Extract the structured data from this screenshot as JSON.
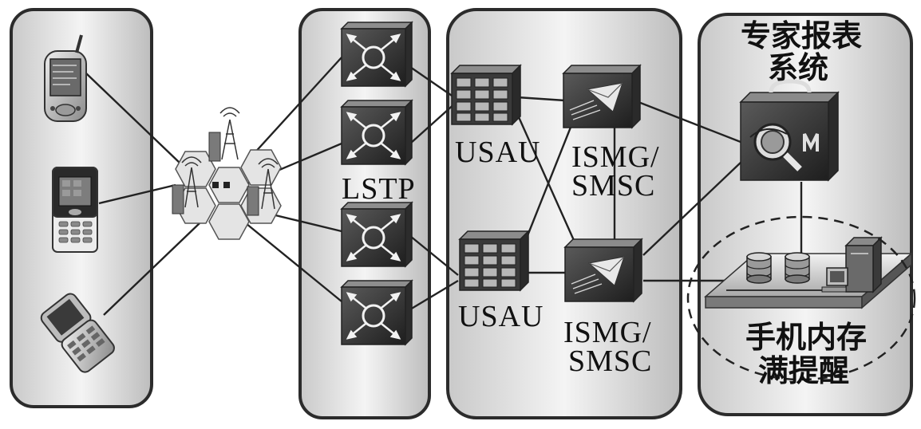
{
  "labels": {
    "lstp": "LSTP",
    "usau_top": "USAU",
    "usau_bottom": "USAU",
    "ismg_top_line1": "ISMG/",
    "ismg_top_line2": "SMSC",
    "ismg_bottom_line1": "ISMG/",
    "ismg_bottom_line2": "SMSC",
    "expert_line1": "专家报表",
    "expert_line2": "系统",
    "alert_line1": "手机内存",
    "alert_line2": "满提醒"
  }
}
